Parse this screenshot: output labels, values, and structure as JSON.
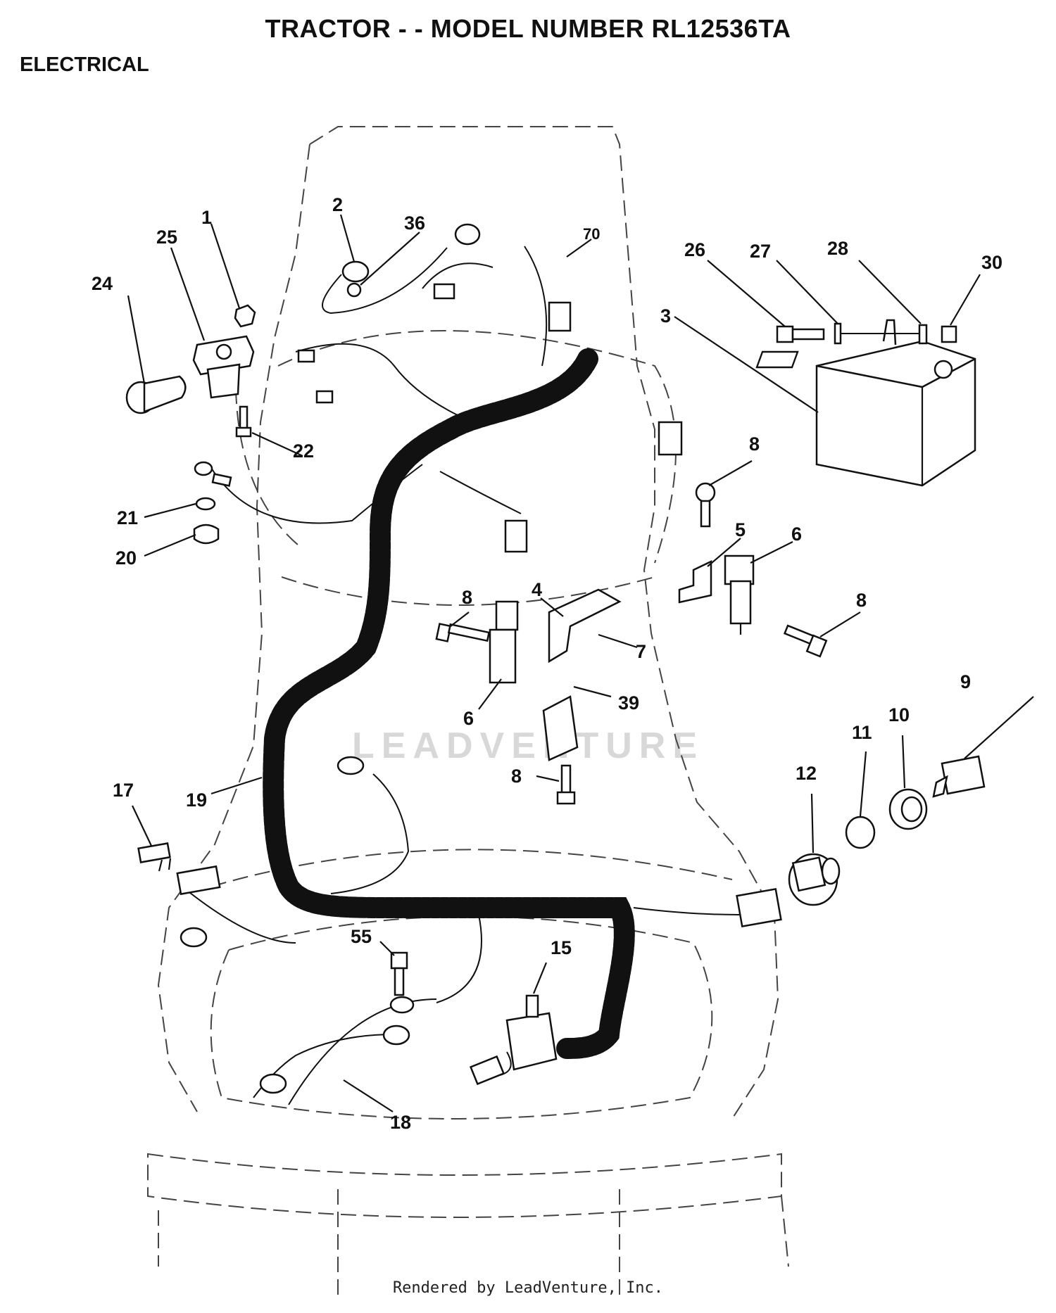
{
  "title": "TRACTOR - - MODEL NUMBER RL12536TA",
  "section": "ELECTRICAL",
  "watermark": "LEADVENTURE",
  "footer": "Rendered by LeadVenture, Inc.",
  "callouts": {
    "c1": "1",
    "c2": "2",
    "c3": "3",
    "c4": "4",
    "c5": "5",
    "c6a": "6",
    "c6b": "6",
    "c7": "7",
    "c8a": "8",
    "c8b": "8",
    "c8c": "8",
    "c8d": "8",
    "c9": "9",
    "c10": "10",
    "c11": "11",
    "c12": "12",
    "c15": "15",
    "c17": "17",
    "c18": "18",
    "c19": "19",
    "c20": "20",
    "c21": "21",
    "c22": "22",
    "c24": "24",
    "c25": "25",
    "c26": "26",
    "c27": "27",
    "c28": "28",
    "c30": "30",
    "c36": "36",
    "c39": "39",
    "c55": "55",
    "c70": "70"
  }
}
